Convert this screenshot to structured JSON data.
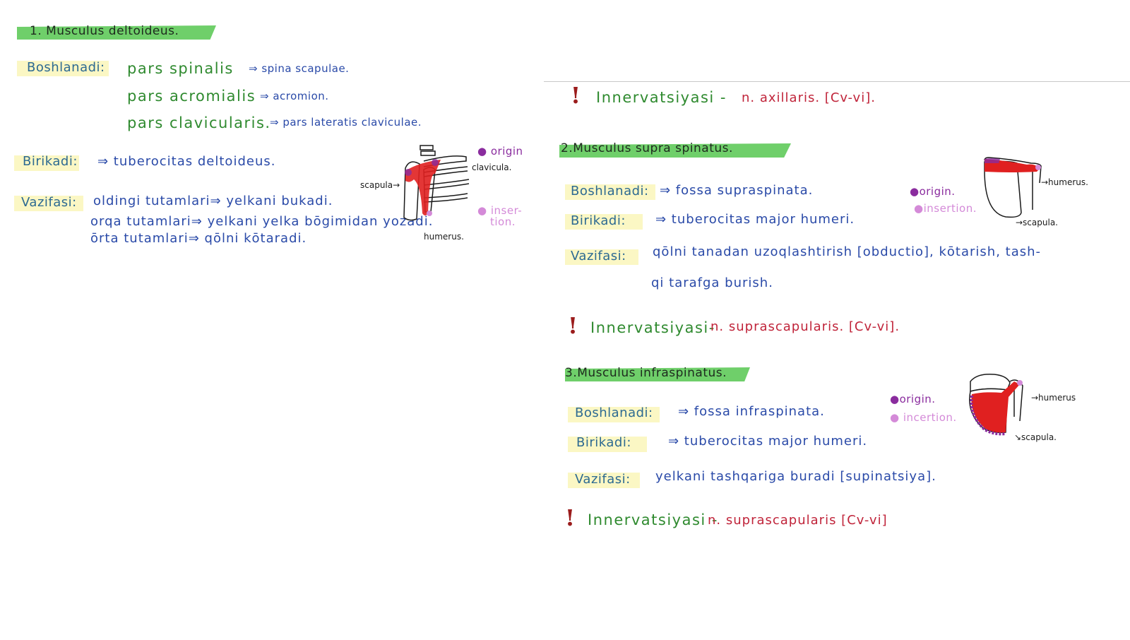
{
  "left_page": {
    "section1": {
      "title": "1. Musculus   deltoideus.",
      "origin_label": "Boshlanadi:",
      "origin_items": [
        {
          "part": "pars   spinalis",
          "target": "⇒ spina  scapulae."
        },
        {
          "part": "pars   acromialis",
          "target": "⇒ acromion."
        },
        {
          "part": "pars   clavicularis.",
          "target": "⇒ pars  lateratis  claviculae."
        }
      ],
      "insertion_label": "Birikadi:",
      "insertion_value": "⇒ tuberocitas   deltoideus.",
      "function_label": "Vazifasi:",
      "function_lines": [
        "oldingi  tutamlari⇒ yelkani   bukadi.",
        "orqa   tutamlari⇒ yelkani  yelka  bōgimidan  yozadi.",
        "ōrta   tutamlari⇒ qōlni   kōtaradi."
      ],
      "diagram": {
        "labels": {
          "scapula": "scapula→",
          "clavicula": "clavicula.",
          "humerus": "humerus."
        },
        "legend": {
          "origin": "● origin",
          "insertion_1": "● inser-",
          "insertion_2": "tion."
        }
      }
    }
  },
  "right_page": {
    "innervation_top": {
      "label": "Innervatsiyasi  -",
      "value": "n. axillaris. [Cv-vi]."
    },
    "section2": {
      "title": "2.Musculus      supra spinatus.",
      "origin_label": "Boshlanadi:",
      "origin_value": "⇒  fossa   supraspinata.",
      "insertion_label": "Birikadi:",
      "insertion_value": "⇒   tuberocitas   major  humeri.",
      "function_label": "Vazifasi:",
      "function_lines": [
        "qōlni   tanadan   uzoqlashtirish [obductio],  kōtarish,  tash-",
        "qi   tarafga   burish."
      ],
      "innervation": {
        "label": "Innervatsiyasi-",
        "value": "n.  suprascapularis.  [Cv-vi]."
      },
      "diagram": {
        "labels": {
          "humerus": "→humerus.",
          "scapula": "→scapula."
        },
        "legend": {
          "origin": "●origin.",
          "insertion": "●insertion."
        }
      }
    },
    "section3": {
      "title": "3.Musculus   infraspinatus.",
      "origin_label": "Boshlanadi:",
      "origin_value": "⇒  fossa   infraspinata.",
      "insertion_label": "Birikadi:",
      "insertion_value": "⇒  tuberocitas  major  humeri.",
      "function_label": "Vazifasi:",
      "function_value": "yelkani   tashqariga   buradi [supinatsiya].",
      "innervation": {
        "label": "Innervatsiyasi -",
        "value": "n. suprascapularis  [Cv-vi]"
      },
      "diagram": {
        "labels": {
          "humerus": "→humerus",
          "scapula": "↘scapula."
        },
        "legend": {
          "origin": "●origin.",
          "insertion": "● incertion."
        }
      }
    },
    "exclamation": "!"
  },
  "colors": {
    "title_band": "#6fcf6a",
    "label_highlight": "#fbf7c4",
    "term_green": "#2f8a2f",
    "text_blue": "#2a4aa8",
    "nerve_red": "#c0243a",
    "origin_purple": "#8a2c9e",
    "insertion_pink": "#d48ad8",
    "muscle_red": "#e02020"
  }
}
